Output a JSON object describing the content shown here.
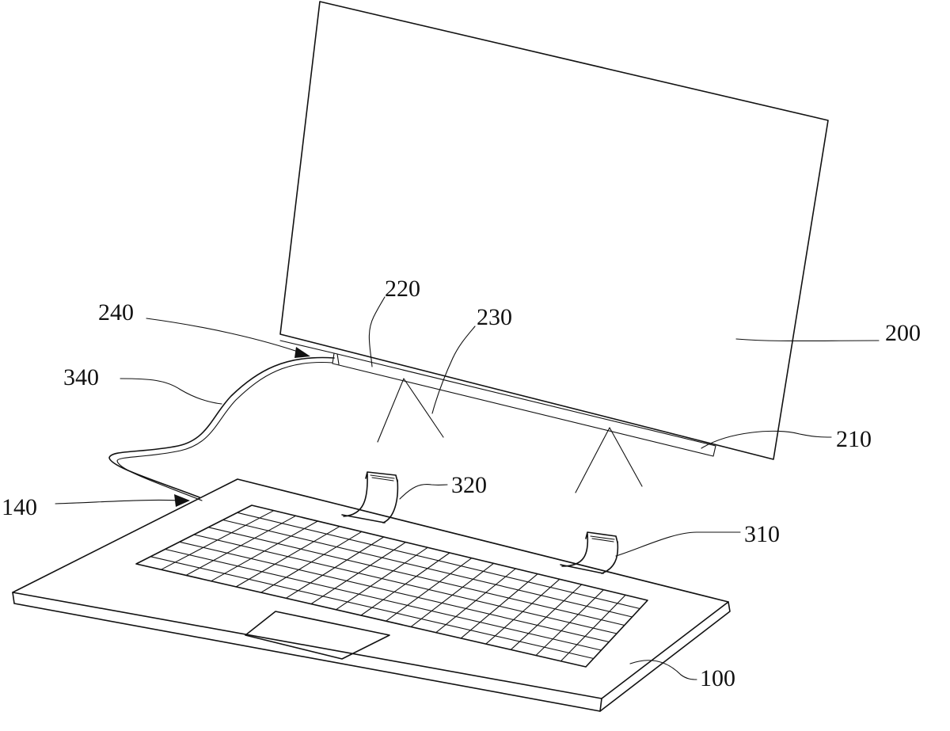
{
  "labels": {
    "l200": "200",
    "l210": "210",
    "l220": "220",
    "l230": "230",
    "l240": "240",
    "l340": "340",
    "l140": "140",
    "l320": "320",
    "l310": "310",
    "l100": "100"
  },
  "colors": {
    "line": "#111111",
    "background": "#ffffff"
  }
}
